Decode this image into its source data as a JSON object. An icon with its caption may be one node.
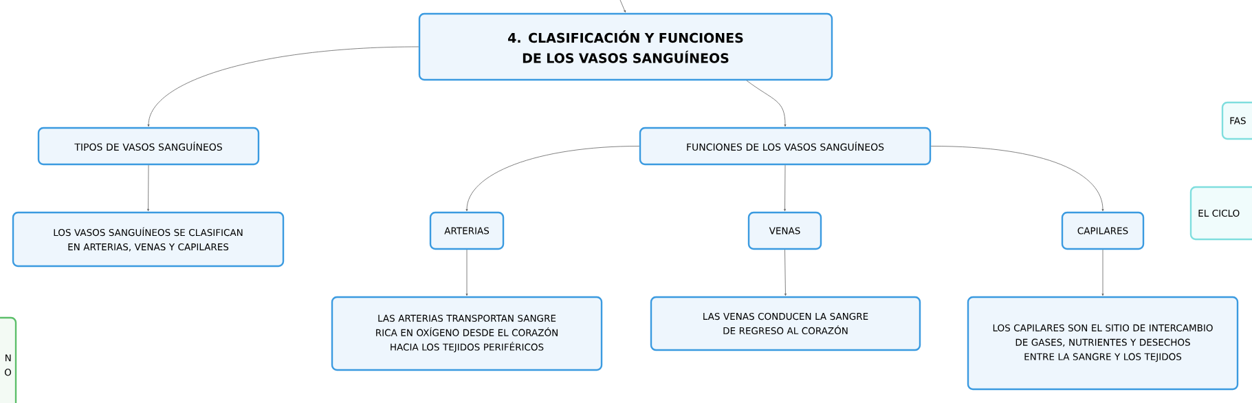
{
  "diagram": {
    "nodes": [
      {
        "text": [
          "4. CLASIFICACIÓN Y FUNCIONES DE LOS VASOS SANGUÍNEOS"
        ]
      },
      {
        "text": [
          "TIPOS DE VASOS SANGUÍNEOS"
        ]
      },
      {
        "text": [
          "FUNCIONES DE LOS VASOS SANGUÍNEOS"
        ]
      },
      {
        "text": [
          "LOS VASOS SANGUÍNEOS SE CLASIFICAN EN ARTERIAS, VENAS Y CAPILARES"
        ]
      },
      {
        "text": [
          "ARTERIAS"
        ]
      },
      {
        "text": [
          "VENAS"
        ]
      },
      {
        "text": [
          "CAPILARES"
        ]
      },
      {
        "text": [
          "LAS ARTERIAS TRANSPORTAN SANGRE RICA EN OXÍGENO DESDE EL CORAZÓN HACIA LOS TEJIDOS PERIFÉRICOS"
        ]
      },
      {
        "text": [
          "LAS VENAS CONDUCEN LA SANGRE DE REGRESO AL CORAZÓN"
        ]
      },
      {
        "text": [
          "LOS CAPILARES SON EL SITIO DE INTERCAMBIO DE GASES, NUTRIENTES Y DESECHOS ENTRE LA SANGRE Y LOS TEJIDOS"
        ]
      },
      {
        "text": [
          "FAS"
        ]
      },
      {
        "text": [
          "EL CICLO"
        ]
      },
      {
        "text": [
          "N O"
        ]
      }
    ],
    "edges": [
      {
        "from": null,
        "to": 0,
        "arrow": "to"
      },
      {
        "from": 0,
        "to": 1,
        "arrow": "to"
      },
      {
        "from": 0,
        "to": 2,
        "arrow": "to"
      },
      {
        "from": 1,
        "to": 3,
        "arrow": "to"
      },
      {
        "from": 2,
        "to": 4,
        "arrow": "to"
      },
      {
        "from": 2,
        "to": 5,
        "arrow": "to"
      },
      {
        "from": 2,
        "to": 6,
        "arrow": "to"
      },
      {
        "from": 4,
        "to": 7,
        "arrow": "to"
      },
      {
        "from": 5,
        "to": 8,
        "arrow": "to"
      },
      {
        "from": 6,
        "to": 9,
        "arrow": "to"
      }
    ]
  }
}
